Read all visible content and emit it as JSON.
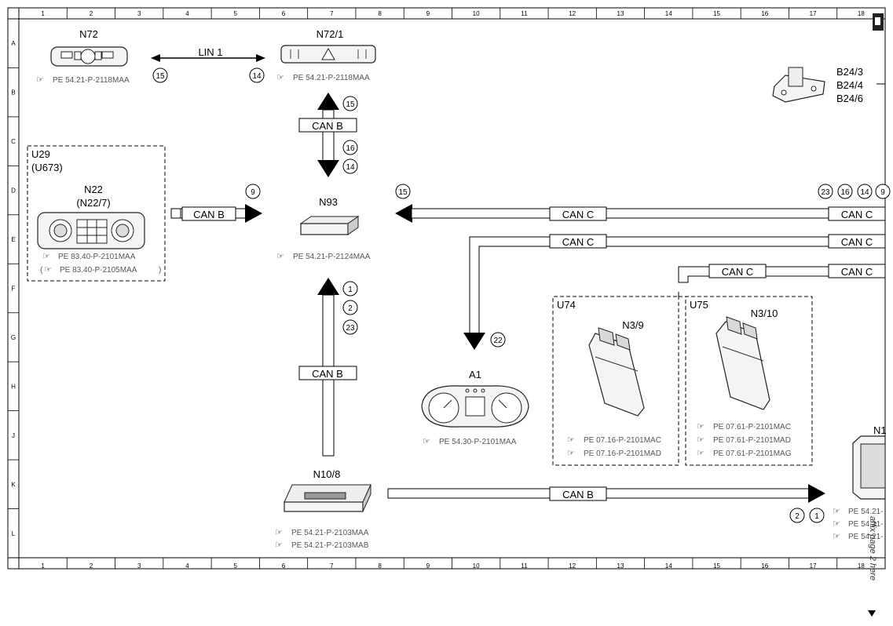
{
  "grid": {
    "columns": [
      "1",
      "2",
      "3",
      "4",
      "5",
      "6",
      "7",
      "8",
      "9",
      "10",
      "11",
      "12",
      "13",
      "14",
      "15",
      "16",
      "17",
      "18"
    ],
    "rows": [
      "A",
      "B",
      "C",
      "D",
      "E",
      "F",
      "G",
      "H",
      "J",
      "K",
      "L"
    ]
  },
  "components": {
    "n72": {
      "label": "N72",
      "refs": [
        "PE 54.21-P-2118MAA"
      ]
    },
    "n72_1": {
      "label": "N72/1",
      "refs": [
        "PE 54.21-P-2118MAA"
      ]
    },
    "u29": {
      "label": "U29",
      "sublabel": "(U673)"
    },
    "n22": {
      "label": "N22",
      "sublabel": "(N22/7)",
      "refs": [
        "PE 83.40-P-2101MAA"
      ],
      "ref_paren": "PE 83.40-P-2105MAA"
    },
    "n93": {
      "label": "N93",
      "refs": [
        "PE 54.21-P-2124MAA"
      ]
    },
    "a1": {
      "label": "A1",
      "refs": [
        "PE 54.30-P-2101MAA"
      ]
    },
    "n10_8": {
      "label": "N10/8",
      "refs": [
        "PE 54.21-P-2103MAA",
        "PE 54.21-P-2103MAB"
      ]
    },
    "u74": {
      "label": "U74"
    },
    "n3_9": {
      "label": "N3/9",
      "refs": [
        "PE 07.16-P-2101MAC",
        "PE 07.16-P-2101MAD"
      ]
    },
    "u75": {
      "label": "U75"
    },
    "n3_10": {
      "label": "N3/10",
      "refs": [
        "PE 07.61-P-2101MAC",
        "PE 07.61-P-2101MAD",
        "PE 07.61-P-2101MAG"
      ]
    },
    "b24": {
      "labels": [
        "B24/3",
        "B24/4",
        "B24/6"
      ]
    },
    "n1_partial": {
      "label": "N1",
      "refs": [
        "PE 54.21-",
        "PE 54.21-",
        "PE 54.21-"
      ]
    }
  },
  "buses": {
    "lin1": "LIN 1",
    "can_b": "CAN B",
    "can_c": "CAN C"
  },
  "circle_numbers": {
    "n72_15": "15",
    "n72_1_14": "14",
    "n72_1_bus_15": "15",
    "n72_1_bus_16": "16",
    "n72_1_bus_14": "14",
    "n22_9": "9",
    "n93_15": "15",
    "n10_8_1": "1",
    "n10_8_2": "2",
    "n10_8_23": "23",
    "a1_22": "22",
    "right_23": "23",
    "right_16": "16",
    "right_14": "14",
    "right_9": "9",
    "n1_2": "2",
    "n1_1": "1"
  },
  "side_note": "affix page 2 here"
}
